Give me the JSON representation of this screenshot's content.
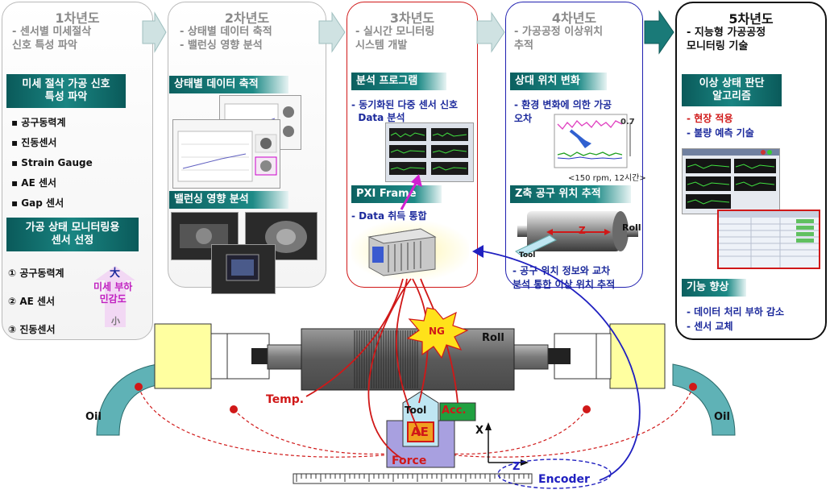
{
  "years": [
    {
      "title": "1차년도",
      "sub": "- 센서별 미세절삭\n신호 특성 파악"
    },
    {
      "title": "2차년도",
      "sub": "- 상태별 데이터 축적\n- 밸런싱 영향 분석"
    },
    {
      "title": "3차년도",
      "sub": "- 실시간 모니터링\n시스템 개발"
    },
    {
      "title": "4차년도",
      "sub": "- 가공공정 이상위치\n추적"
    },
    {
      "title": "5차년도",
      "sub": "- 지능형 가공공정\n모니터링 기술"
    }
  ],
  "p1": {
    "bar1": "미세 절삭 가공 신호\n특성 파악",
    "items": [
      "▪ 공구동력계",
      "▪ 진동센서",
      "▪ Strain Gauge",
      "▪ AE 센서",
      "▪ Gap 센서"
    ],
    "bar2": "가공 상태 모니터링용\n센서 선정",
    "ranked": [
      "①  공구동력계",
      "②  AE 센서",
      "③  진동센서"
    ],
    "big": "大",
    "small": "小",
    "sens": "미세 부하\n민감도"
  },
  "p2": {
    "bar1": "상태별 데이터 축적",
    "bar2": "밸런싱 영향 분석"
  },
  "p3": {
    "bar1": "분석 프로그램",
    "txt1": "- 동기화된 다중 센서 신호\n  Data 분석",
    "bar2": "PXI Frame",
    "txt2": "- Data 취득 통합"
  },
  "p4": {
    "bar1": "상대 위치 변화",
    "txt1": "- 환경 변화에 의한 가공\n오차",
    "caption": "<150 rpm, 12시간>",
    "val": "0.7",
    "bar2": "Z축 공구 위치 추적",
    "roll": "Roll",
    "z": "Z",
    "tool": "Tool",
    "txt2": "- 공구 위치 정보와 교차\n분석 통한 이상 위치 추적"
  },
  "p5": {
    "bar1": "이상 상태 판단\n알고리즘",
    "txt1": "- 현장 적용",
    "txt2": "- 불량 예측 기술",
    "bar2": "기능 향상",
    "txt3": "- 데이터 처리 부하 감소",
    "txt4": "- 센서 교체"
  },
  "bottom": {
    "roll": "Roll",
    "ng": "NG",
    "temp": "Temp.",
    "tool": "Tool",
    "acc": "Acc.",
    "ae": "AE",
    "force": "Force",
    "x": "X",
    "z": "Z",
    "encoder": "Encoder",
    "oil_left": "Oil",
    "oil_right": "Oil"
  },
  "colors": {
    "teal": "#1d8a86",
    "red": "#d01818",
    "blue": "#1c2a9c",
    "magenta": "#d020d0",
    "ae_fill": "#f0a020",
    "force_fill": "#a8a0e0",
    "acc_fill": "#20a040",
    "yellow": "#ffffa0"
  }
}
